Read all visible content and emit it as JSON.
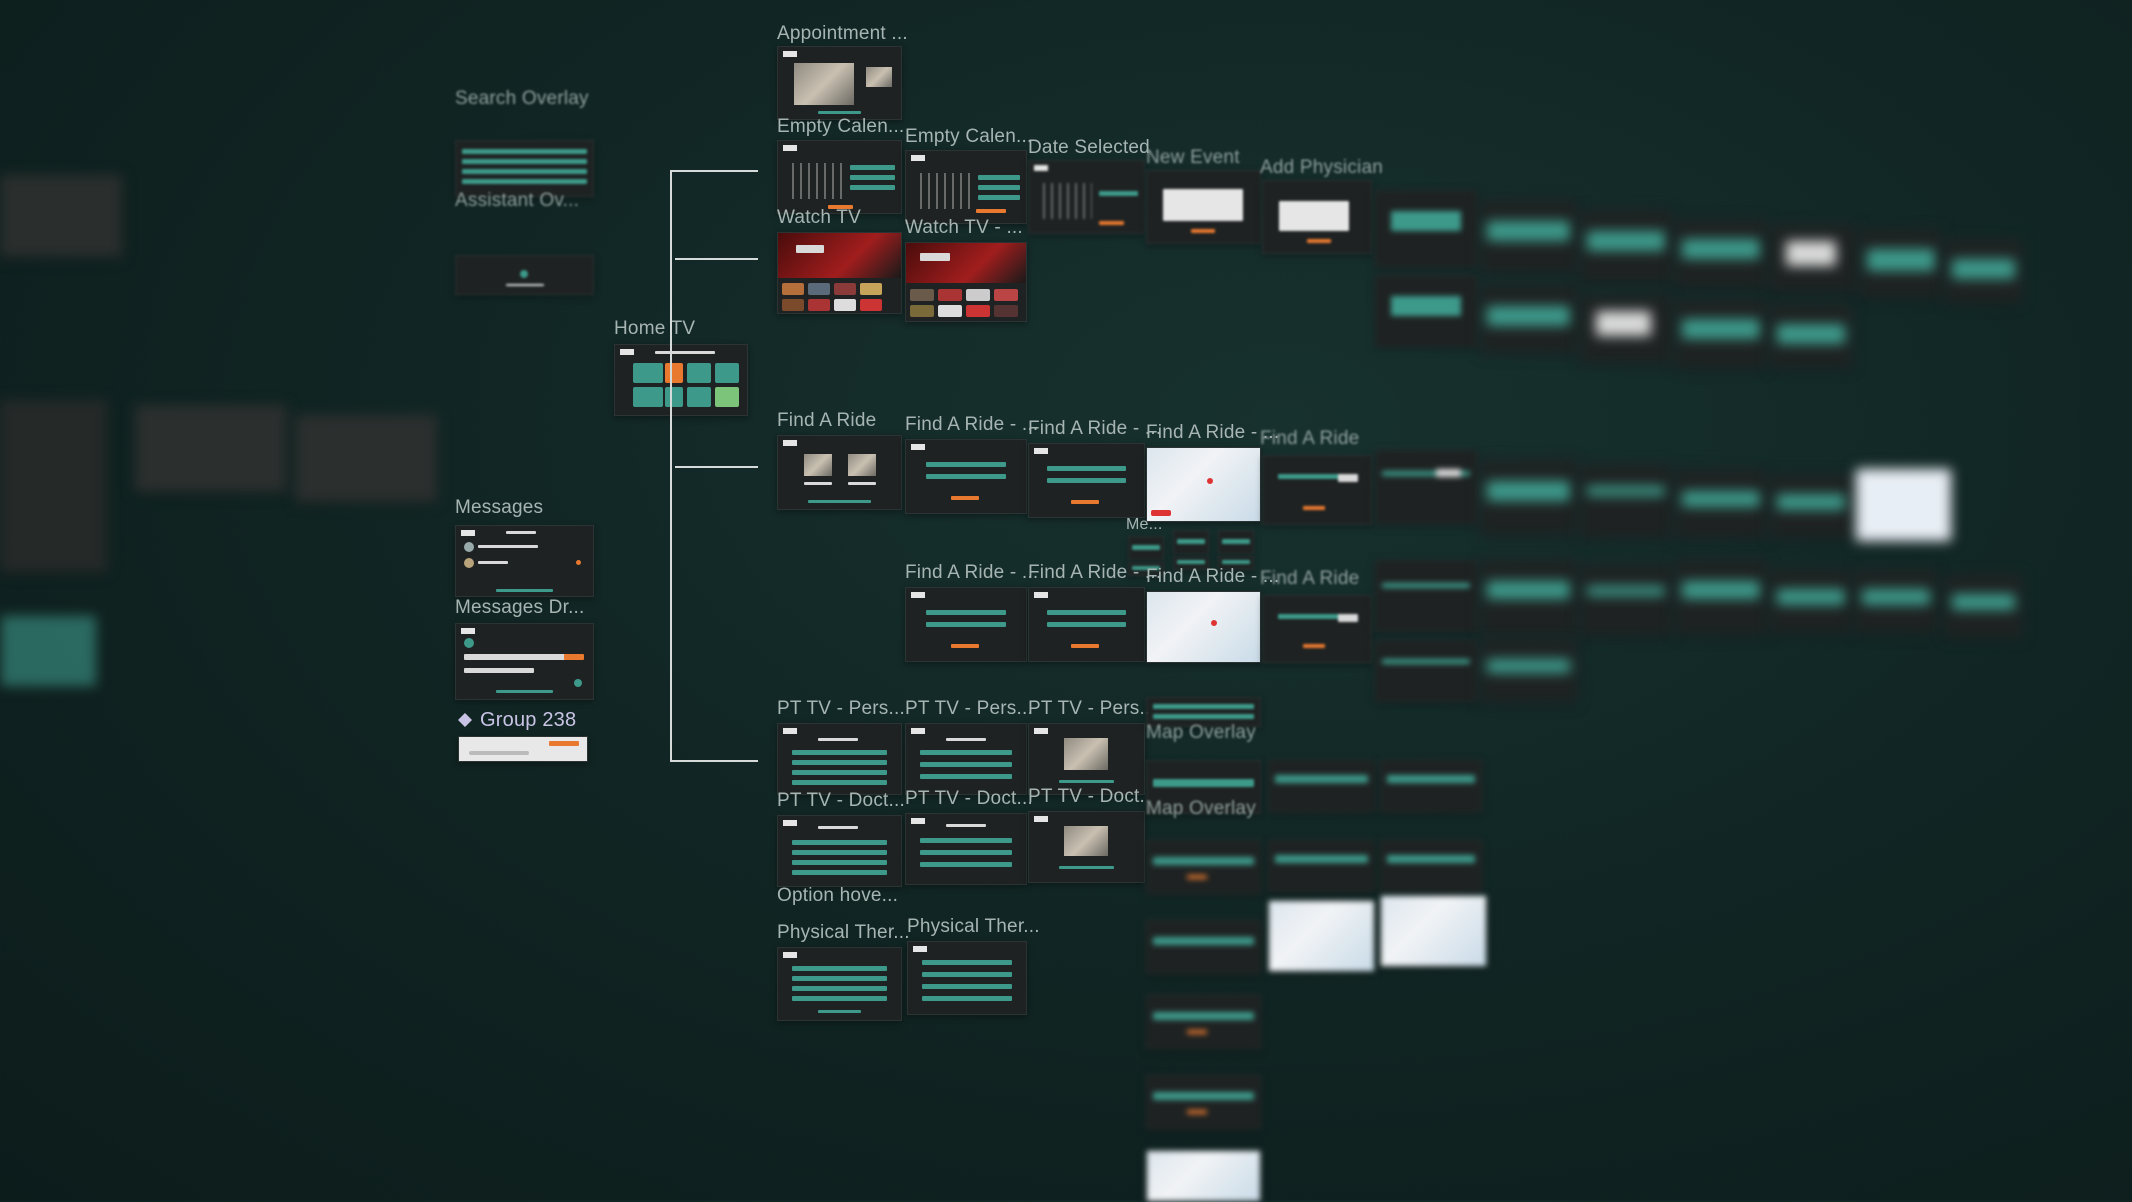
{
  "labels": {
    "search_overlay": "Search Overlay",
    "assistant_overlay": "Assistant Ov...",
    "home_tv": "Home TV",
    "messages": "Messages",
    "messages_draft": "Messages Dr...",
    "group": "Group 238",
    "appointment": "Appointment ...",
    "empty_calendar_1": "Empty Calen...",
    "empty_calendar_2": "Empty Calen...",
    "date_selected": "Date Selected",
    "new_event": "New Event",
    "add_physician": "Add Physician",
    "watch_tv": "Watch TV",
    "watch_tv_2": "Watch TV - ...",
    "find_a_ride": "Find A Ride",
    "find_a_ride_2": "Find A Ride - ...",
    "find_a_ride_3": "Find A Ride - ...",
    "find_a_ride_4": "Find A Ride - ...",
    "find_a_ride_5": "Find A Ride",
    "find_a_ride_6": "Find A Ride - ...",
    "find_a_ride_7": "Find A Ride - ...",
    "find_a_ride_8": "Find A Ride - ...",
    "find_a_ride_9": "Find A Ride",
    "me": "Me...",
    "pt_tv_pers_1": "PT TV - Pers...",
    "pt_tv_pers_2": "PT TV - Pers...",
    "pt_tv_pers_3": "PT TV - Pers...",
    "pt_tv_doct_1": "PT TV - Doct...",
    "pt_tv_doct_2": "PT TV - Doct...",
    "pt_tv_doct_3": "PT TV - Doct...",
    "map_overlay_1": "Map Overlay",
    "map_overlay_2": "Map Overlay",
    "option_hover": "Option hove...",
    "physical_ther_1": "Physical Ther...",
    "physical_ther_2": "Physical Ther..."
  },
  "colors": {
    "background": "#102422",
    "accent_teal": "#3d9a8b",
    "accent_orange": "#e8792f",
    "frame_bg": "#1e2222",
    "label_text": "#a7b5b2",
    "group_text": "#c9c4e6"
  },
  "icons": {
    "group": "component-diamond-icon"
  }
}
